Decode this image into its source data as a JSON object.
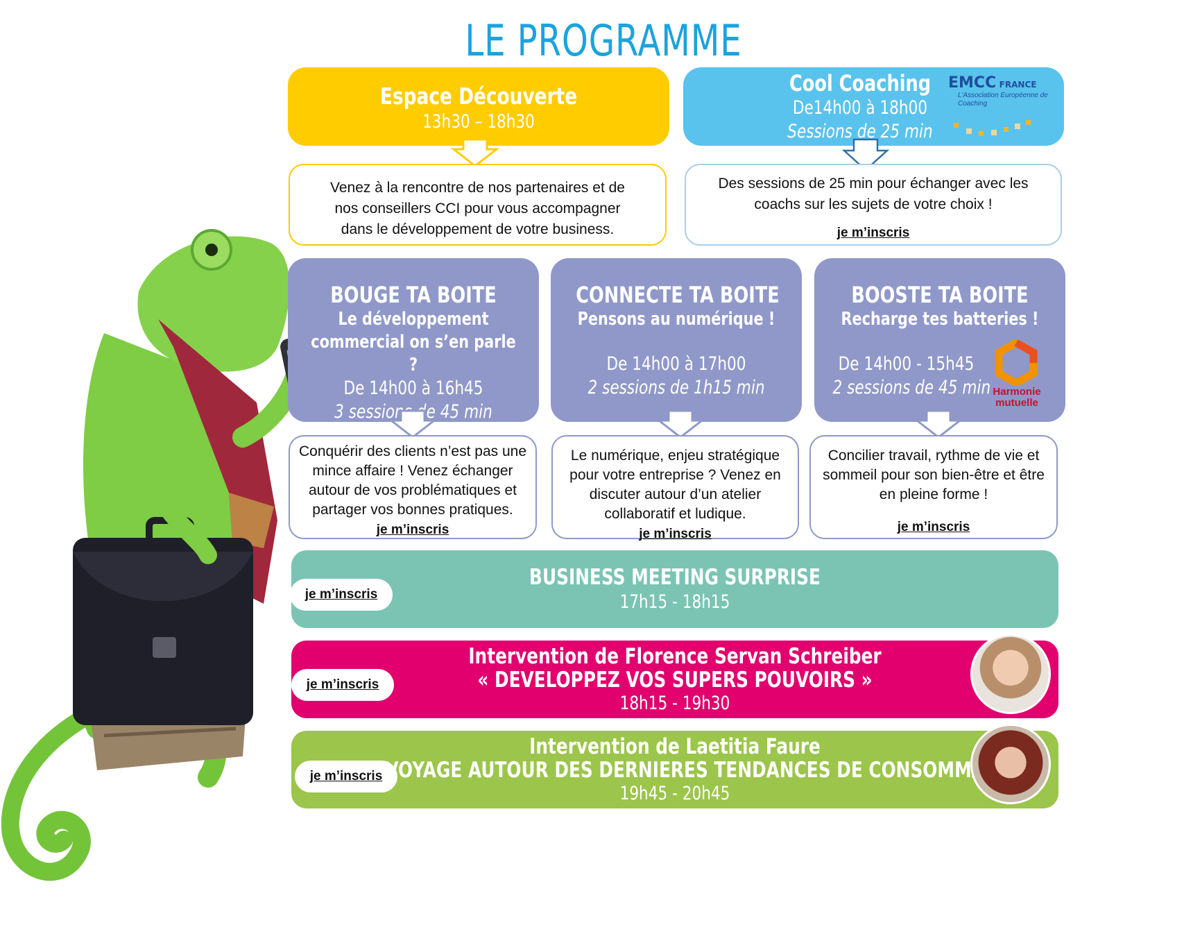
{
  "title": "LE PROGRAMME",
  "colors": {
    "title": "#1ba3de",
    "yellow": "#ffcc00",
    "blue": "#59c3ee",
    "lavender": "#8f98c8",
    "teal": "#7bc4b3",
    "magenta": "#e2006e",
    "green": "#9bc54b"
  },
  "espace": {
    "title": "Espace Découverte",
    "time": "13h30 – 18h30",
    "desc": "Venez à la rencontre de nos partenaires et de nos conseillers CCI pour vous accompagner dans le développement de votre business."
  },
  "coaching": {
    "title": "Cool Coaching",
    "time": "De14h00 à 18h00",
    "sessions": "Sessions de 25 min",
    "logo_main": "EMCC",
    "logo_country": "FRANCE",
    "logo_tagline": "L'Association Européenne de Coaching",
    "desc": "Des sessions de 25 min pour échanger avec les coachs sur les sujets de votre choix !",
    "link": "je m’inscris"
  },
  "bouge": {
    "title": "BOUGE TA BOITE",
    "subtitle": "Le développement commercial on s’en parle ?",
    "time": "De 14h00 à 16h45",
    "sessions": "3 sessions de 45 min",
    "desc": "Conquérir des clients n’est pas une mince affaire ! Venez échanger autour de vos problématiques et partager vos bonnes pratiques.",
    "link": "je m’inscris"
  },
  "connecte": {
    "title": "CONNECTE TA BOITE",
    "subtitle": "Pensons au numérique !",
    "time": "De 14h00 à 17h00",
    "sessions": "2 sessions de 1h15 min",
    "desc": "Le numérique, enjeu stratégique pour votre entreprise ? Venez en discuter autour d’un atelier collaboratif et ludique.",
    "link": "je m’inscris"
  },
  "booste": {
    "title": "BOOSTE TA BOITE",
    "subtitle": "Recharge tes batteries !",
    "time": "De 14h00 - 15h45",
    "sessions": "2 sessions de 45 min",
    "logo_line1": "Harmonie",
    "logo_line2": "mutuelle",
    "desc": "Concilier travail, rythme de vie et sommeil pour son bien-être et être en pleine forme !",
    "link": "je m’inscris"
  },
  "business": {
    "title": "BUSINESS MEETING SURPRISE",
    "time": "17h15 - 18h15",
    "link": "je m’inscris"
  },
  "florence": {
    "title": "Intervention de Florence Servan Schreiber",
    "subtitle": "« DEVELOPPEZ VOS SUPERS POUVOIRS »",
    "time": "18h15 - 19h30",
    "link": "je m’inscris"
  },
  "laetitia": {
    "title": "Intervention de Laetitia Faure",
    "subtitle": "« VOYAGE AUTOUR DES DERNIERES TENDANCES DE CONSOMMATION »",
    "time": "19h45 - 20h45",
    "link": "je m’inscris"
  }
}
